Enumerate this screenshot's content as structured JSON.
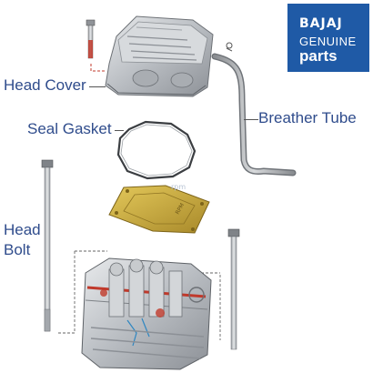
{
  "labels": {
    "head_cover": "Head Cover",
    "breather_tube": "Breather Tube",
    "seal_gasket": "Seal Gasket",
    "head_bolt_line1": "Head",
    "head_bolt_line2": "Bolt"
  },
  "brand": {
    "name": "BAJAJ",
    "line2": "GENUINE",
    "line3": "parts",
    "color": "#1f5aa6"
  },
  "watermark": "rpm",
  "colors": {
    "label": "#2f4c8c",
    "gasket": "#c8a832",
    "bolt_accent": "#c0392b",
    "metal": "#bfc3c8"
  }
}
